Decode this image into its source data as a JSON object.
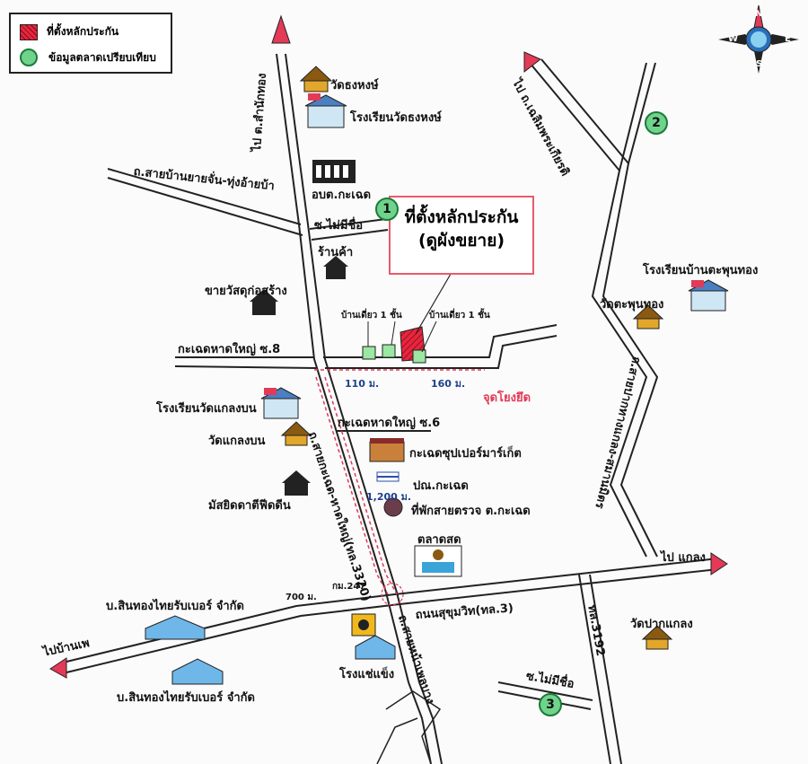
{
  "legend": {
    "collateral": "ที่ตั้งหลักประกัน",
    "market": "ข้อมูลตลาดเปรียบเทียบ"
  },
  "callout": {
    "line1": "ที่ตั้งหลักประกัน",
    "line2": "(ดูผังขยาย)"
  },
  "markers": [
    "1",
    "2",
    "3"
  ],
  "compass": {
    "n": "N",
    "s": "S",
    "e": "E",
    "w": "W"
  },
  "roads": {
    "to_samnak_thong": "ไป ต.สำนักทอง",
    "to_chaloem": "ไป ถ.เฉลิมพระเกียรติ",
    "sai_ban_yai": "ถ.สายบ้านยายจั่น-ทุ่งอ้ายบ้า",
    "soi_no_name_1": "ซ.ไม่มีชื่อ",
    "kachet_soi8": "กะเฉดหาดใหญ่ ซ.8",
    "kachet_soi6": "กะเฉดหาดใหญ่ ซ.6",
    "main_road": "ถ.สายกะเฉด-หาดใหญ่(ทล.3320)",
    "sukhumvit": "ถนนสุขุมวิท(ทล.3)",
    "to_klaeng": "ไป แกลง",
    "to_ban_phe": "ไปบ้านเพ",
    "sai_pak_thang": "ถ.สายปากทางแกลง-สมานมิตร",
    "road_3192": "ทล.3192",
    "sai_nam_tok": "ถ.สายหน้าเพลบาง",
    "soi_no_name_2": "ซ.ไม่มีชื่อ"
  },
  "places": {
    "wat_thonghong": "วัดธงหงษ์",
    "school_thonghong": "โรงเรียนวัดธงหงษ์",
    "obt": "อบต.กะเฉด",
    "shop": "ร้านค้า",
    "material": "ขายวัสดุก่อสร้าง",
    "house1": "บ้านเดี่ยว 1 ชั้น",
    "house2": "บ้านเดี่ยว 1 ชั้น",
    "school_klaeng_bon": "โรงเรียนวัดแกลงบน",
    "wat_klaeng_bon": "วัดแกลงบน",
    "mosque": "มัสยิดดาตีฟีดดีน",
    "super": "กะเฉดซุปเปอร์มาร์เก็ต",
    "post": "ปณ.กะเฉด",
    "police": "ที่พักสายตรวจ ต.กะเฉด",
    "market": "ตลาดสด",
    "rubber1": "บ.สินทองไทยรับเบอร์ จำกัด",
    "rubber2": "บ.สินทองไทยรับเบอร์ จำกัด",
    "ice": "โรงแช่แข็ง",
    "school_phun": "โรงเรียนบ้านตะพุนทอง",
    "wat_phun": "วัดตะพุนทอง",
    "wat_pak": "วัดปากแกลง",
    "ref_point": "จุดโยงยึด"
  },
  "distances": {
    "d110": "110 ม.",
    "d160": "160 ม.",
    "d1200": "1,200 ม.",
    "d700": "700 ม.",
    "km247": "กม.247"
  }
}
